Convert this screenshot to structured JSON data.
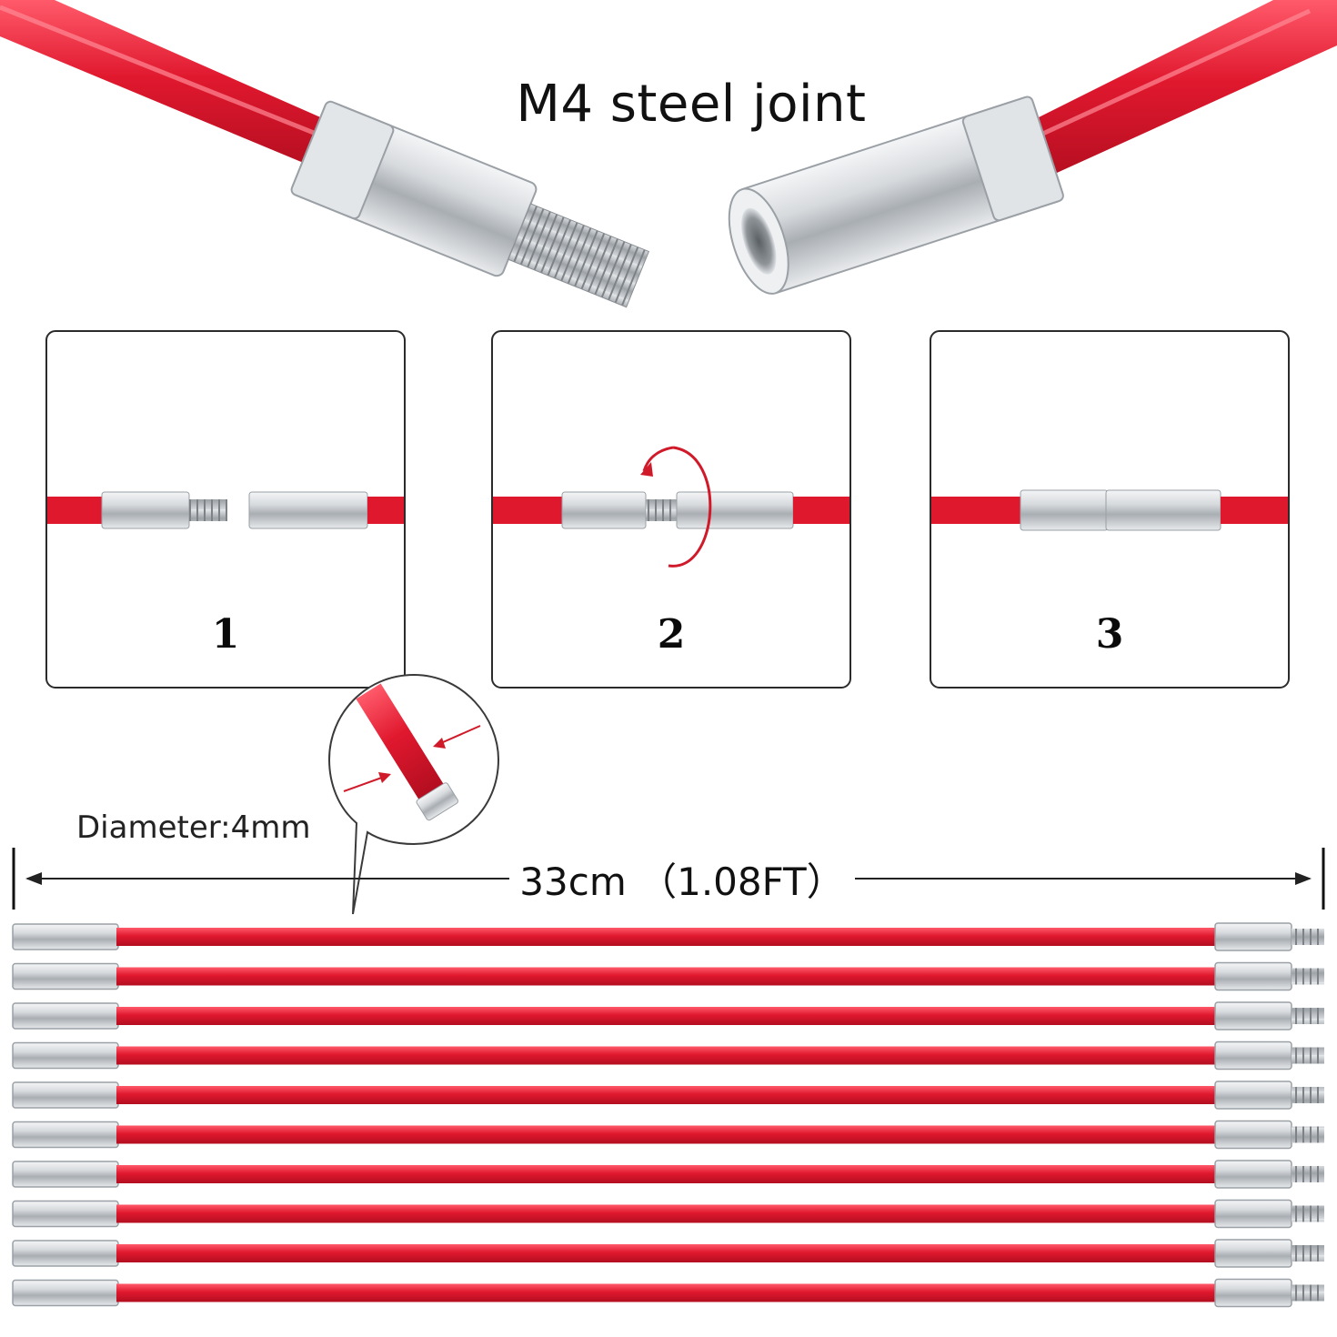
{
  "title": "M4 steel joint",
  "steps": [
    {
      "number": "1"
    },
    {
      "number": "2"
    },
    {
      "number": "3"
    }
  ],
  "diameter_label": "Diameter:4mm",
  "length_label": "33cm （1.08FT）",
  "colors": {
    "rod_red": "#e0182e",
    "steel": "#c9cdd2",
    "arrow_red": "#d01a2a",
    "frame": "#2b2b2b"
  },
  "rod_count": 10
}
